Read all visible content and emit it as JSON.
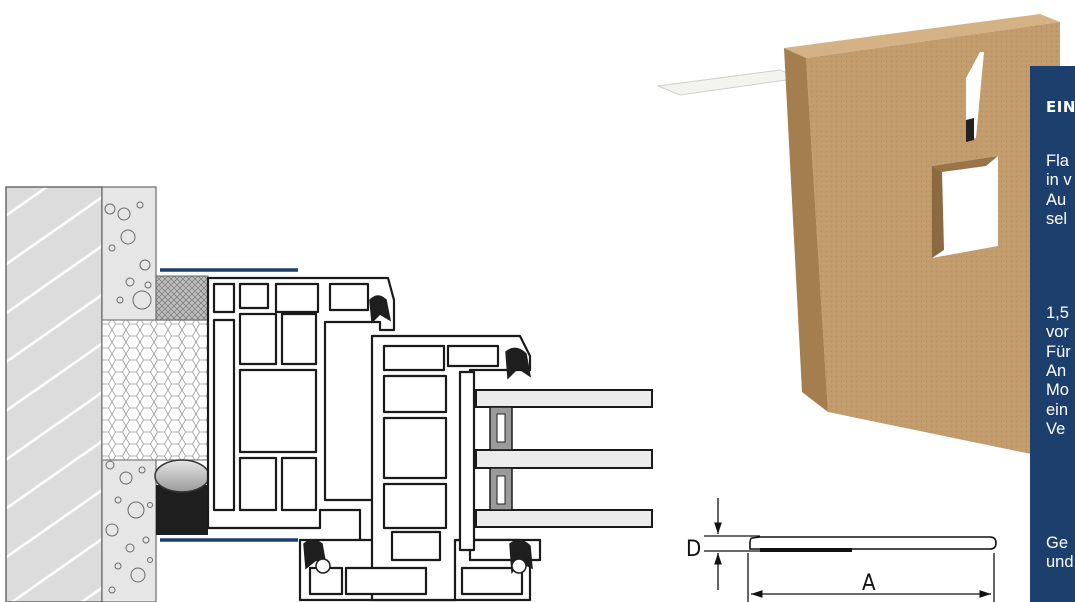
{
  "dimensions": {
    "height_label": "D",
    "length_label": "A"
  },
  "info_panel": {
    "heading": "EIN",
    "paragraphs": [
      [
        "Fla",
        "in v",
        "Au",
        "sel"
      ],
      [
        "1,5",
        "vor",
        "Für",
        "An",
        "Mo",
        "ein",
        "Ve"
      ],
      [
        "Ge",
        "und"
      ]
    ]
  },
  "colors": {
    "panel_bg": "#1c3f6e",
    "accent_line": "#1c3f6e",
    "cardboard": "#c09a6b",
    "profile_stroke": "#1a1a1a"
  }
}
